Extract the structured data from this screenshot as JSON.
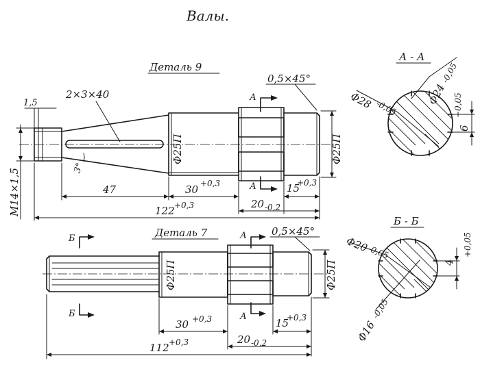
{
  "title": "Валы.",
  "part9": {
    "label": "Деталь 9",
    "dims": {
      "chamfer": "0,5×45°",
      "keyway": "2×3×40",
      "len_end": "1,5",
      "thread": "М14×1,5",
      "angle": "3°",
      "len47": "47",
      "len30": "30",
      "len30_tol": "+0,3",
      "len15": "15",
      "len15_tol": "+0,3",
      "len20": "20",
      "len20_tol": "-0,2",
      "len122": "122",
      "len122_tol": "+0,3",
      "dia1": "Φ25П",
      "dia2": "Φ25П"
    },
    "cut_letter": "А"
  },
  "part7": {
    "label": "Деталь 7",
    "dims": {
      "chamfer": "0,5×45°",
      "len30": "30",
      "len30_tol": "+0,3",
      "len15": "15",
      "len15_tol": "+0,3",
      "len20": "20",
      "len20_tol": "-0,2",
      "len112": "112",
      "len112_tol": "+0,3",
      "dia1": "Φ25П",
      "dia2": "Φ25П"
    },
    "cut_letter_a": "А",
    "cut_letter_b": "Б"
  },
  "section_aa": {
    "label": "А - А",
    "d_outer": "Φ28",
    "d_outer_tol": "-0,05",
    "d_inner": "Φ24",
    "d_inner_tol": "-0,05",
    "width": "6",
    "width_tol": "+0,05"
  },
  "section_bb": {
    "label": "Б - Б",
    "d_outer": "Φ20",
    "d_outer_tol": "-0,05",
    "d_inner": "Φ16",
    "d_inner_tol": "-0,05",
    "width": "4",
    "width_tol": "+0,05"
  }
}
